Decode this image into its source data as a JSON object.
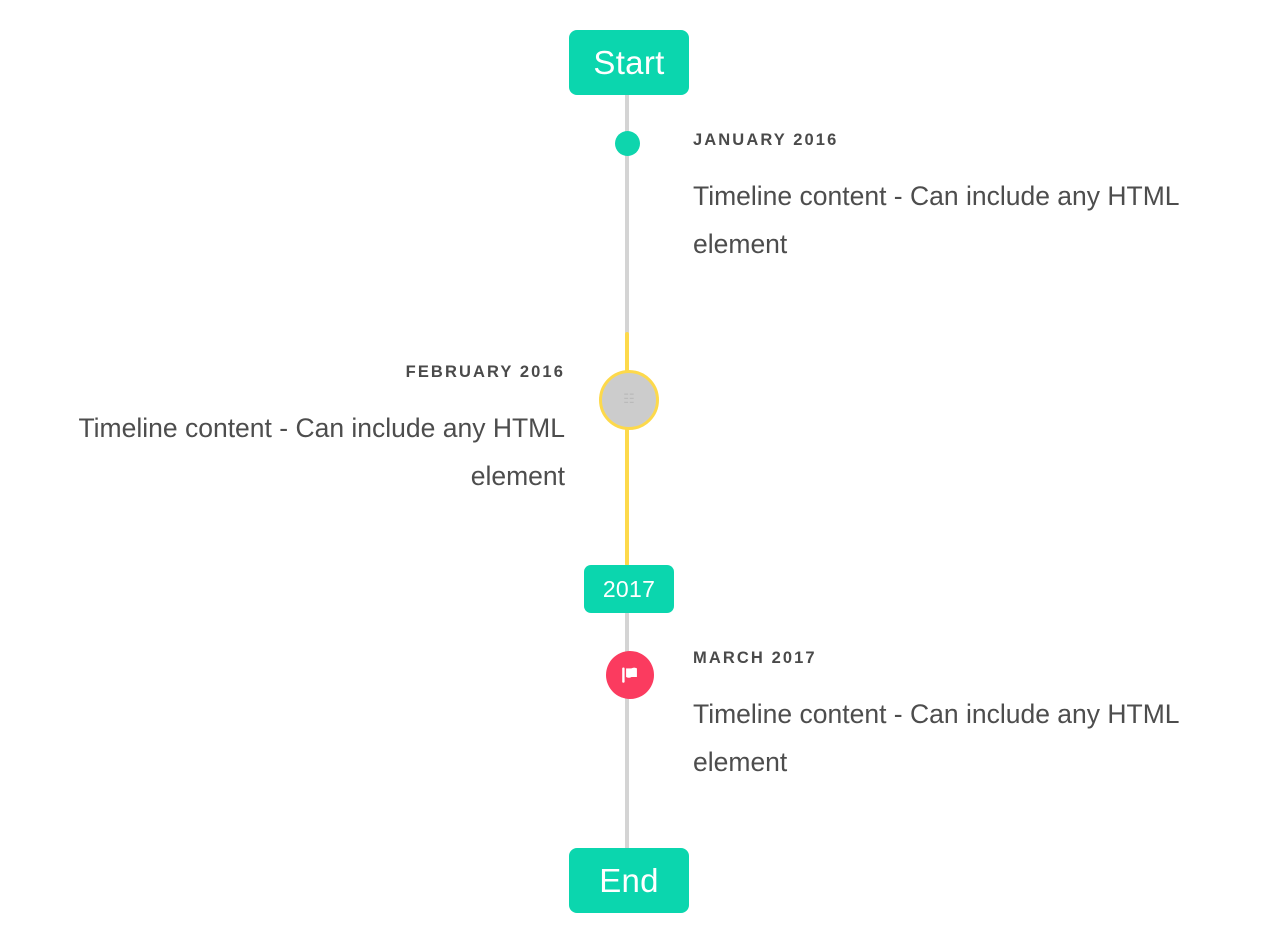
{
  "timeline": {
    "start_cap": {
      "label": "Start",
      "color": "#0bd6ae"
    },
    "end_cap": {
      "label": "End",
      "color": "#0bd6ae"
    },
    "year_badge": {
      "label": "2017",
      "color": "#0bd6ae"
    },
    "rail": {
      "gray_color": "#d4d4d4",
      "highlight_color": "#fdd94b"
    },
    "entries": [
      {
        "date": "JANUARY 2016",
        "content": "Timeline content - Can include any HTML element",
        "side": "right",
        "marker": "dot-marker",
        "marker_color": "#0ed5ad"
      },
      {
        "date": "FEBRUARY 2016",
        "content": "Timeline content - Can include any HTML element",
        "side": "left",
        "marker": "ring-marker",
        "marker_color": "#cccccc",
        "marker_border_color": "#fdd94b",
        "marker_glyph": "placeholder-icon"
      },
      {
        "date": "MARCH 2017",
        "content": "Timeline content - Can include any HTML element",
        "side": "right",
        "marker": "flag-marker",
        "marker_color": "#fb3b5f",
        "marker_glyph": "flag-icon"
      }
    ]
  }
}
